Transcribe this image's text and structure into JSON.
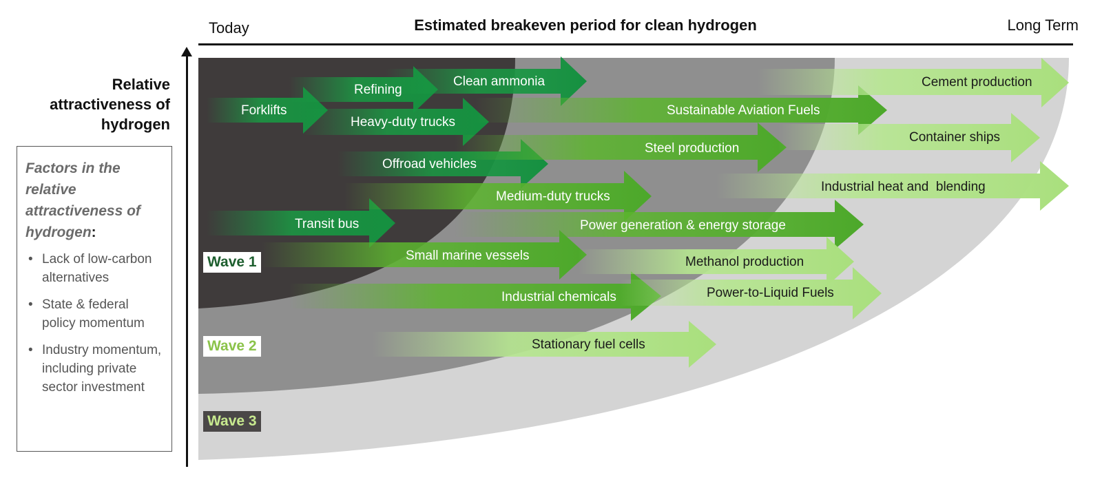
{
  "header": {
    "today": "Today",
    "title": "Estimated breakeven period for clean hydrogen",
    "long_term": "Long Term"
  },
  "yaxis": {
    "title": "Relative\nattractiveness of\nhydrogen"
  },
  "factors": {
    "title": "Factors in the relative attractiveness of hydrogen",
    "colon": ":",
    "items": [
      "Lack of low-carbon alternatives",
      "State & federal policy momentum",
      "Industry momentum, including private sector investment"
    ]
  },
  "waves": {
    "wave1": "Wave 1",
    "wave2": "Wave 2",
    "wave3": "Wave 3"
  },
  "colors": {
    "wave1_zone": "#3f3b3b",
    "wave2_zone": "#8f8f8f",
    "wave3_zone": "#d4d4d4",
    "dark_green": "#1a9a43",
    "mid_green": "#5db52f",
    "light_green": "#b6e690"
  },
  "applications": [
    {
      "label": "Forklifts",
      "wave": 1,
      "color": "dark"
    },
    {
      "label": "Refining",
      "wave": 1,
      "color": "dark"
    },
    {
      "label": "Clean ammonia",
      "wave": 1,
      "color": "dark"
    },
    {
      "label": "Heavy-duty trucks",
      "wave": 1,
      "color": "dark"
    },
    {
      "label": "Offroad vehicles",
      "wave": 1,
      "color": "dark"
    },
    {
      "label": "Transit bus",
      "wave": 1,
      "color": "dark"
    },
    {
      "label": "Sustainable Aviation Fuels",
      "wave": 2,
      "color": "mid"
    },
    {
      "label": "Steel production",
      "wave": 2,
      "color": "mid"
    },
    {
      "label": "Medium-duty trucks",
      "wave": 2,
      "color": "mid"
    },
    {
      "label": "Power generation & energy storage",
      "wave": 2,
      "color": "mid"
    },
    {
      "label": "Small marine vessels",
      "wave": 2,
      "color": "mid"
    },
    {
      "label": "Industrial chemicals",
      "wave": 2,
      "color": "mid"
    },
    {
      "label": "Cement production",
      "wave": 3,
      "color": "light"
    },
    {
      "label": "Container ships",
      "wave": 3,
      "color": "light"
    },
    {
      "label": "Industrial heat and  blending",
      "wave": 3,
      "color": "light"
    },
    {
      "label": "Methanol production",
      "wave": 3,
      "color": "light"
    },
    {
      "label": "Power-to-Liquid Fuels",
      "wave": 3,
      "color": "light"
    },
    {
      "label": "Stationary fuel cells",
      "wave": 3,
      "color": "light"
    }
  ]
}
